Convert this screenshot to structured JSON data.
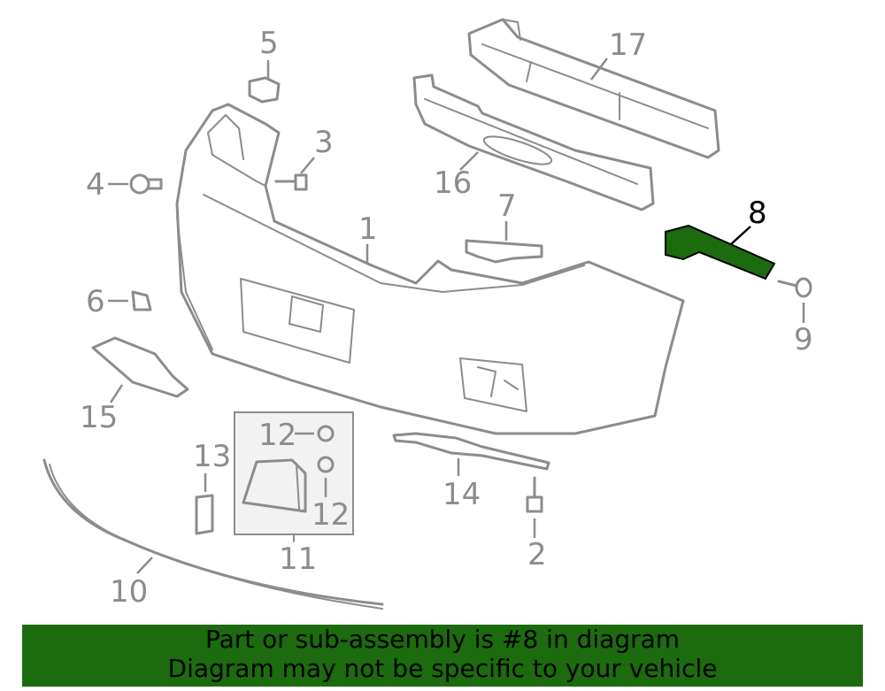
{
  "callouts": {
    "p1": "1",
    "p2": "2",
    "p3": "3",
    "p4": "4",
    "p5": "5",
    "p6": "6",
    "p7": "7",
    "p8": "8",
    "p9": "9",
    "p10": "10",
    "p11": "11",
    "p12a": "12",
    "p12b": "12",
    "p13": "13",
    "p14": "14",
    "p15": "15",
    "p16": "16",
    "p17": "17"
  },
  "highlight": {
    "part": "8",
    "color": "#1c6b0e"
  },
  "banner": {
    "line1": "Part or sub-assembly is #8 in diagram",
    "line2": "Diagram may not be specific to your vehicle"
  }
}
